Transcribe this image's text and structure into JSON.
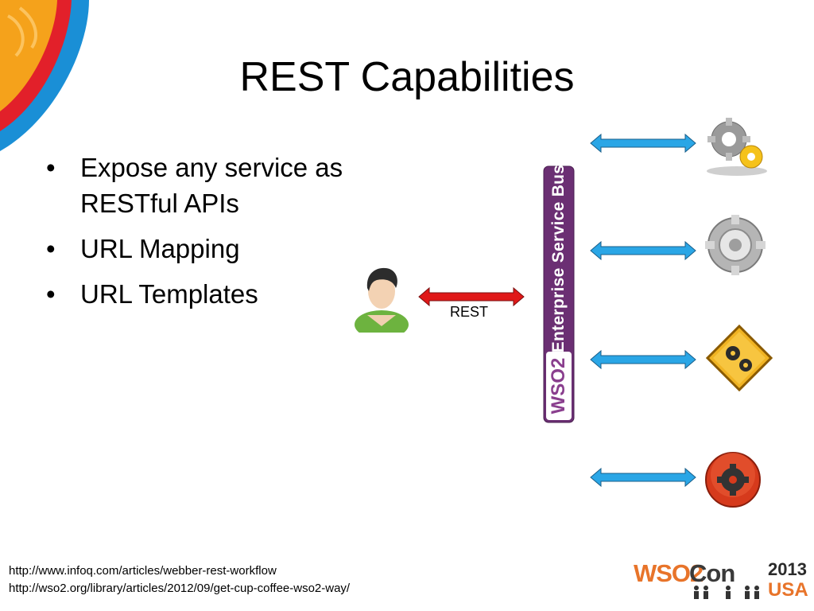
{
  "slide": {
    "title": "REST Capabilities",
    "bullets": [
      {
        "line1": "Expose any service as",
        "line2": "RESTful APIs"
      },
      {
        "line1": "URL Mapping"
      },
      {
        "line1": "URL Templates"
      }
    ],
    "bullet_glyph": "•"
  },
  "diagram": {
    "rest_label": "REST",
    "esb_label": "Enterprise Service Bus",
    "esb_logo_text": "WSO2",
    "colors": {
      "rest_arrow": "#e01818",
      "service_arrow": "#2aa6e6",
      "esb_bar": "#6b2f73"
    },
    "icons": [
      "user-icon",
      "gears-icon",
      "gear-silver-icon",
      "gear-warning-icon",
      "gear-red-icon"
    ]
  },
  "footer": {
    "links": [
      "http://www.infoq.com/articles/webber-rest-workflow",
      "http://wso2.org/library/articles/2012/09/get-cup-coffee-wso2-way/"
    ],
    "brand": {
      "name_part1": "WSO2",
      "name_part2": "Con",
      "year": "2013",
      "region": "USA"
    }
  }
}
